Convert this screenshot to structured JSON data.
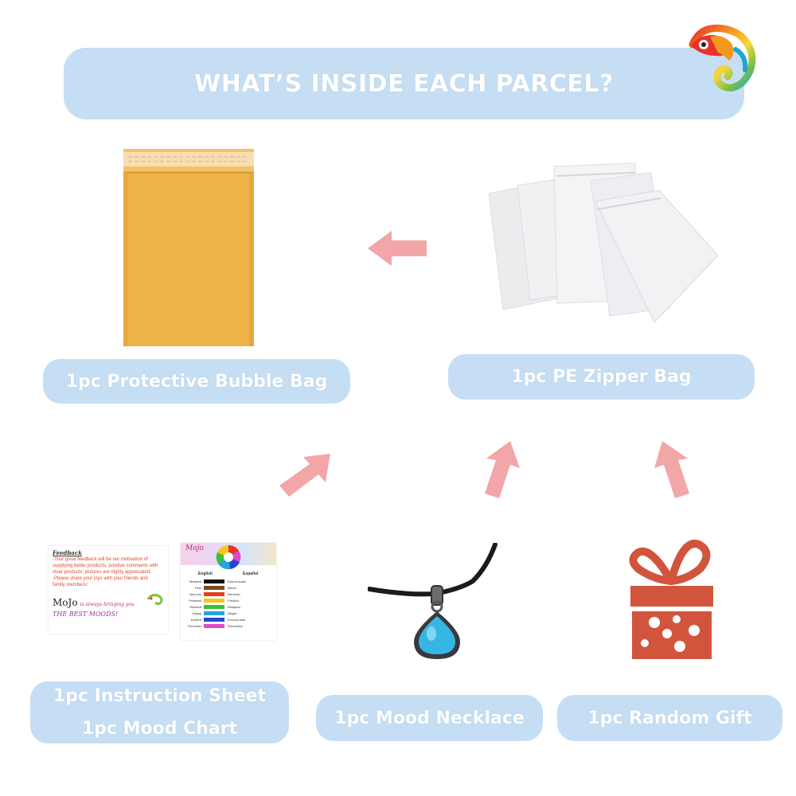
{
  "header": {
    "title": "WHAT’S INSIDE EACH PARCEL?"
  },
  "items": {
    "bubble_bag": {
      "label": "1pc Protective Bubble Bag"
    },
    "zipper_bag": {
      "label": "1pc PE Zipper Bag"
    },
    "instruction": {
      "label_line1": "1pc Instruction Sheet",
      "label_line2": "1pc Mood Chart"
    },
    "necklace": {
      "label": "1pc Mood Necklace"
    },
    "gift": {
      "label": "1pc Random Gift"
    }
  },
  "feedback_card": {
    "title": "Feedback",
    "lines": [
      "-Your great feedback will be our motivation of",
      "supplying better products, positive comments with",
      "clear products' pictures are highly appreciated.",
      "-Please share your joys with your friends and",
      "family members!"
    ],
    "brand": "MoJo",
    "slogan": "is always bringing you",
    "best": "THE BEST MOODS!"
  },
  "mood_chart": {
    "brand": "Mojo",
    "col_english": "English",
    "col_spanish": "Español",
    "rows": [
      {
        "en": "Stressed",
        "es": "Desconsuelo",
        "color": "#111111"
      },
      {
        "en": "Fear",
        "es": "Miedo",
        "color": "#7a4a1a"
      },
      {
        "en": "Nervous",
        "es": "Nervioso",
        "color": "#e04020"
      },
      {
        "en": "Peaceful",
        "es": "Pacífico",
        "color": "#f5c816"
      },
      {
        "en": "Relaxed",
        "es": "Relajado",
        "color": "#3cbf3c"
      },
      {
        "en": "Happy",
        "es": "Alegre",
        "color": "#1fa8e0"
      },
      {
        "en": "Excited",
        "es": "Emocionado",
        "color": "#2a46c8"
      },
      {
        "en": "Romantic",
        "es": "Romantico",
        "color": "#e048c8"
      }
    ]
  },
  "colors": {
    "pill": "#c5def3",
    "arrow": "#f2a6a8",
    "bubble_bag": "#eeb44a",
    "gift": "#d2543d"
  }
}
